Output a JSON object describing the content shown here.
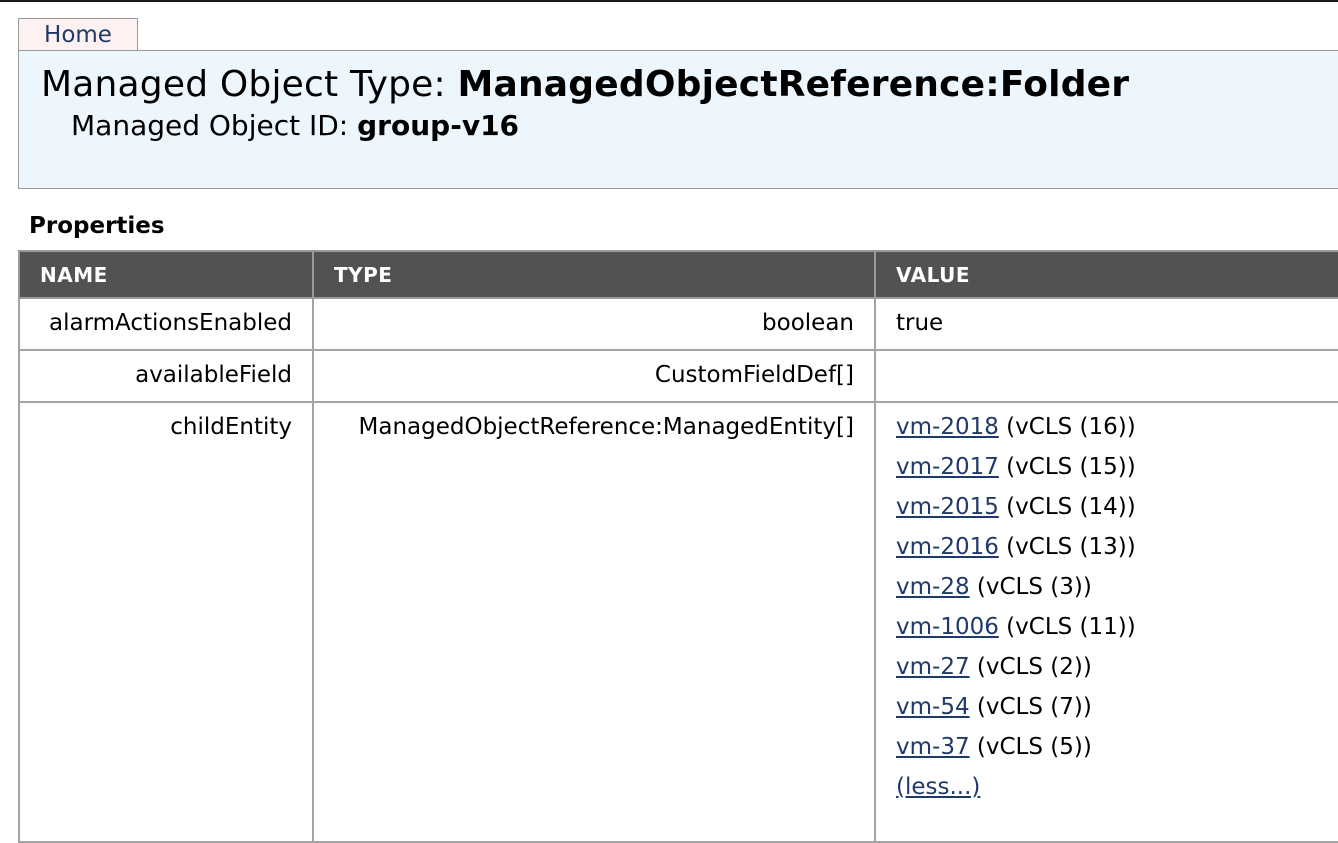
{
  "nav": {
    "home_label": "Home"
  },
  "header": {
    "type_prefix": "Managed Object Type: ",
    "type_value": "ManagedObjectReference:Folder",
    "id_prefix": "Managed Object ID: ",
    "id_value": "group-v16"
  },
  "properties": {
    "title": "Properties",
    "columns": [
      "NAME",
      "TYPE",
      "VALUE"
    ],
    "rows": [
      {
        "name": "alarmActionsEnabled",
        "type": "boolean",
        "value": "true"
      },
      {
        "name": "availableField",
        "type": "CustomFieldDef[]",
        "value": ""
      },
      {
        "name": "childEntity",
        "type": "ManagedObjectReference:ManagedEntity[]",
        "links": [
          {
            "id": "vm-2018",
            "desc": " (vCLS (16))"
          },
          {
            "id": "vm-2017",
            "desc": " (vCLS (15))"
          },
          {
            "id": "vm-2015",
            "desc": " (vCLS (14))"
          },
          {
            "id": "vm-2016",
            "desc": " (vCLS (13))"
          },
          {
            "id": "vm-28",
            "desc": " (vCLS (3))"
          },
          {
            "id": "vm-1006",
            "desc": " (vCLS (11))"
          },
          {
            "id": "vm-27",
            "desc": " (vCLS (2))"
          },
          {
            "id": "vm-54",
            "desc": " (vCLS (7))"
          },
          {
            "id": "vm-37",
            "desc": " (vCLS (5))"
          }
        ],
        "less_label": "(less...)"
      }
    ]
  },
  "colors": {
    "link": "#1f3a68",
    "header_bg": "#eef6fd",
    "table_header_bg": "#525252",
    "home_tab_bg": "#fdf1f1"
  }
}
